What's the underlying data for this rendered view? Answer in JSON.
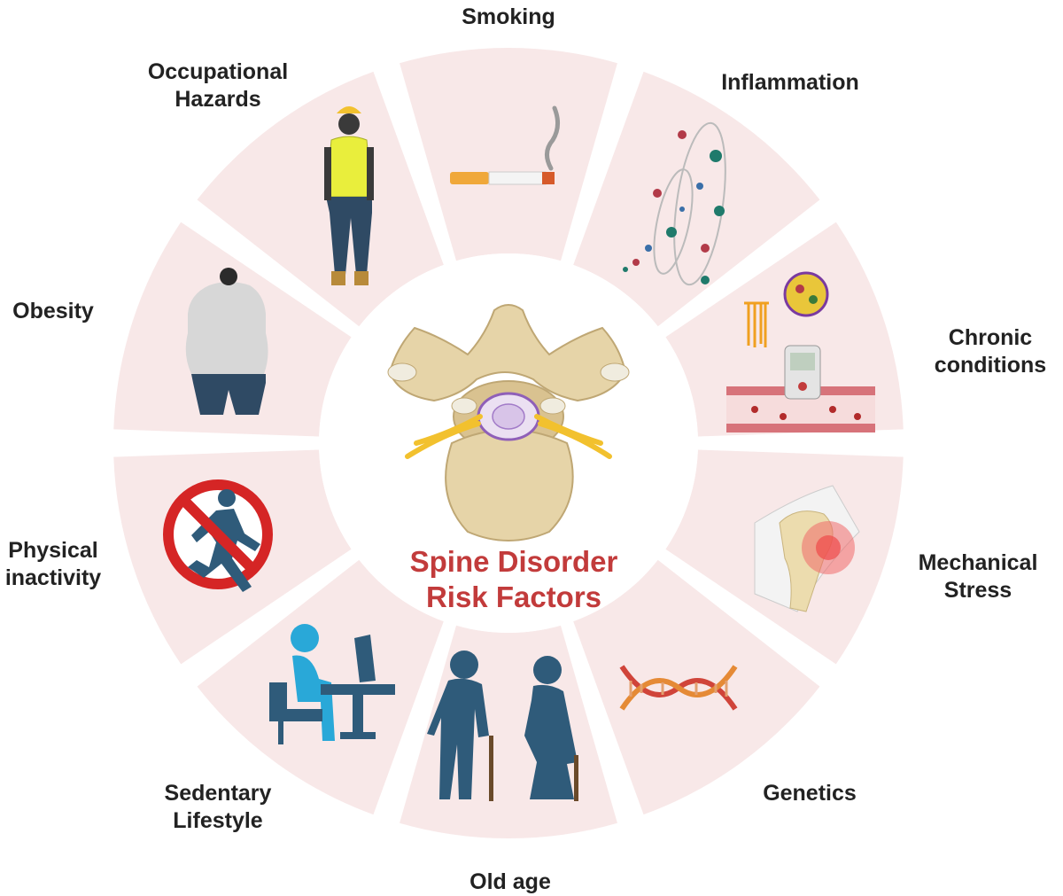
{
  "center": {
    "title_line1": "Spine Disorder",
    "title_line2": "Risk Factors"
  },
  "factors": [
    {
      "key": "smoking",
      "lines": [
        "Smoking"
      ],
      "icon": "cigarette-icon"
    },
    {
      "key": "inflammation",
      "lines": [
        "Inflammation"
      ],
      "icon": "cytokine-cascade-icon"
    },
    {
      "key": "chronic",
      "lines": [
        "Chronic",
        "conditions"
      ],
      "icon": "glucometer-blood-vessel-icon"
    },
    {
      "key": "mechanical",
      "lines": [
        "Mechanical",
        "Stress"
      ],
      "icon": "inflamed-knee-icon"
    },
    {
      "key": "genetics",
      "lines": [
        "Genetics"
      ],
      "icon": "dna-helix-icon"
    },
    {
      "key": "oldage",
      "lines": [
        "Old age"
      ],
      "icon": "elderly-couple-icon"
    },
    {
      "key": "sedentary",
      "lines": [
        "Sedentary",
        "Lifestyle"
      ],
      "icon": "person-at-desk-icon"
    },
    {
      "key": "physical",
      "lines": [
        "Physical",
        "inactivity"
      ],
      "icon": "no-running-icon"
    },
    {
      "key": "obesity",
      "lines": [
        "Obesity"
      ],
      "icon": "obese-person-icon"
    },
    {
      "key": "occupational",
      "lines": [
        "Occupational",
        "Hazards"
      ],
      "icon": "construction-worker-icon"
    }
  ],
  "colors": {
    "segment_fill": "#f8e8e8",
    "title": "#c23b3b",
    "label": "#222222",
    "vertebra": "#e6d4a8",
    "nerve": "#f2c12e"
  }
}
